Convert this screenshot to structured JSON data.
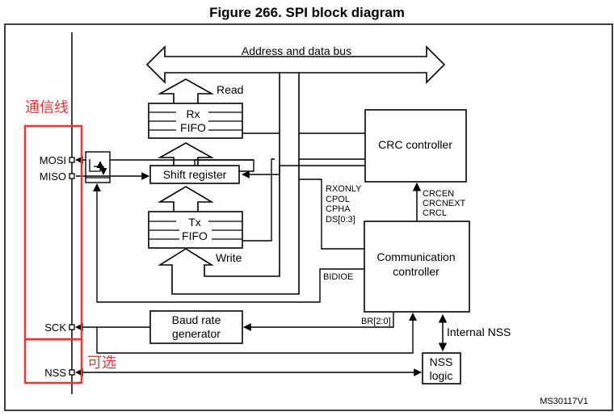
{
  "figure": {
    "title": "Figure 266. SPI block diagram",
    "ref_code": "MS30117V1"
  },
  "bus": {
    "label": "Address and data bus"
  },
  "blocks": {
    "rx_fifo": {
      "line1": "Rx",
      "line2": "FIFO"
    },
    "tx_fifo": {
      "line1": "Tx",
      "line2": "FIFO"
    },
    "shift_register": {
      "label": "Shift register"
    },
    "crc_controller": {
      "label": "CRC controller"
    },
    "communication_controller": {
      "line1": "Communication",
      "line2": "controller"
    },
    "baud_rate_generator": {
      "line1": "Baud rate",
      "line2": "generator"
    },
    "nss_logic": {
      "line1": "NSS",
      "line2": "logic"
    }
  },
  "arrows": {
    "read": "Read",
    "write": "Write",
    "internal_nss": "Internal NSS"
  },
  "signals": {
    "control_bits": [
      "RXONLY",
      "CPOL",
      "CPHA",
      "DS[0:3]"
    ],
    "crc_bits": [
      "CRCEN",
      "CRCNEXT",
      "CRCL"
    ],
    "bidioe": "BIDIOE",
    "br": "BR[2:0]"
  },
  "pins": {
    "mosi": "MOSI",
    "miso": "MISO",
    "sck": "SCK",
    "nss": "NSS"
  },
  "annotations": {
    "comm_lines": "通信线",
    "optional": "可选",
    "highlight_color": "#ee3333"
  }
}
